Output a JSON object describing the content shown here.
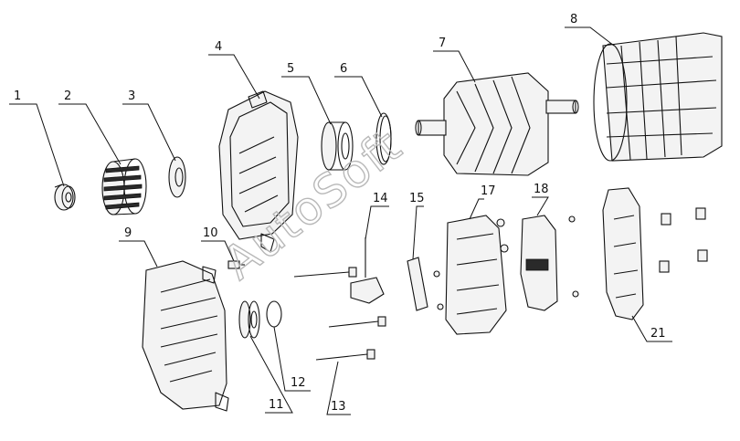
{
  "watermark": "AutoSoft",
  "callouts": [
    "1",
    "2",
    "3",
    "4",
    "5",
    "6",
    "7",
    "8",
    "9",
    "10",
    "11",
    "12",
    "13",
    "14",
    "15",
    "17",
    "18",
    "21"
  ]
}
